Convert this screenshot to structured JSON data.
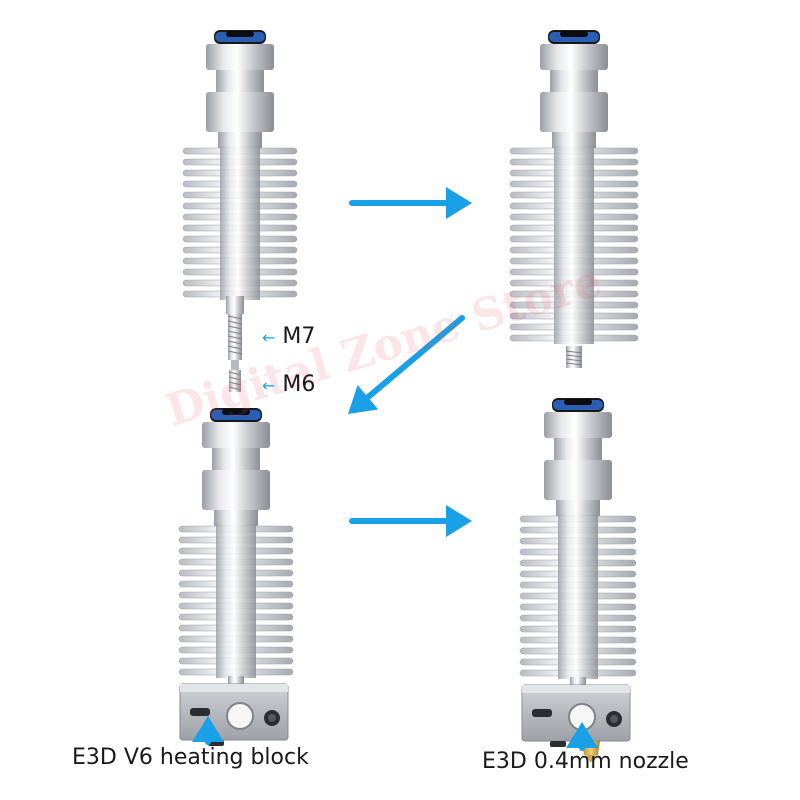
{
  "colors": {
    "arrow": "#1aa0e6",
    "metal_light": "#f4f5f7",
    "metal_mid": "#c9ccd1",
    "metal_dark": "#8c9097",
    "fitting_blue": "#2b5fb4",
    "fitting_black": "#16181c",
    "brass": "#d4a84a"
  },
  "labels": {
    "m7": "M7",
    "m6": "M6",
    "heating_block": "E3D V6 heating block",
    "nozzle": "E3D 0.4mm nozzle"
  },
  "watermark": "Digital Zone Store",
  "icons": [
    "right-arrow-icon",
    "down-left-arrow-icon",
    "pointer-arrow-icon"
  ]
}
